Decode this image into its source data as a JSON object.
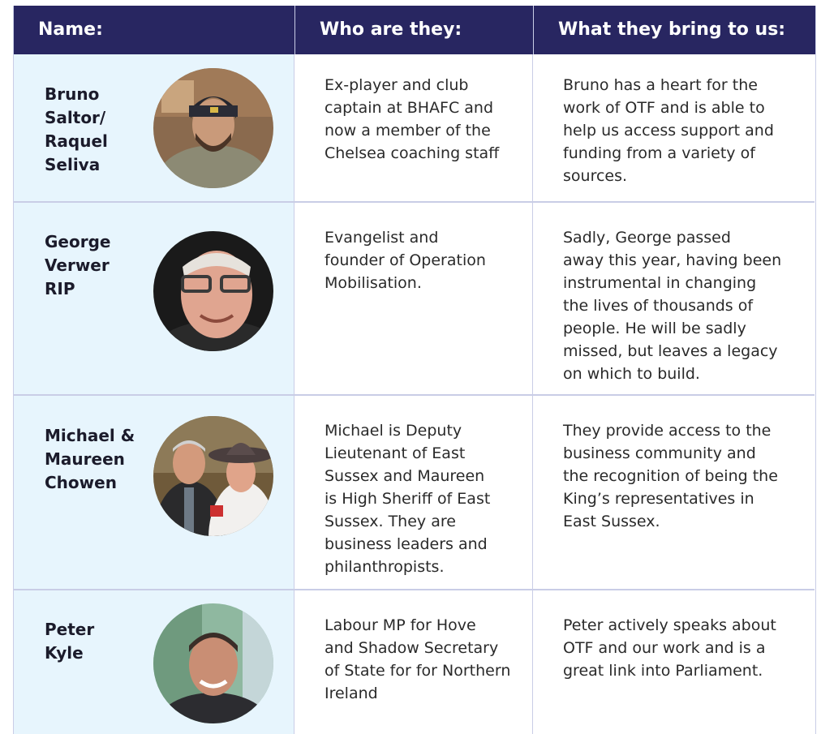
{
  "header": {
    "name": "Name:",
    "who": "Who are they:",
    "bring": "What they bring to us:"
  },
  "rows": [
    {
      "name": "Bruno\nSaltor/\nRaquel\nSeliva",
      "who": "Ex-player and club\ncaptain at BHAFC and\nnow a member of the\nChelsea coaching staff",
      "bring": "Bruno has a heart for the\nwork of OTF and is able to\nhelp us access support and\nfunding from a variety of\nsources."
    },
    {
      "name": "George\nVerwer\nRIP",
      "who": "Evangelist and\nfounder of Operation\nMobilisation.",
      "bring": "Sadly, George passed\naway this year, having been\ninstrumental in changing\nthe lives of thousands of\npeople. He will be sadly\nmissed, but leaves a legacy\non which to build."
    },
    {
      "name": "Michael &\nMaureen\nChowen",
      "who": "Michael is Deputy\nLieutenant of East\nSussex and Maureen\nis High Sheriff of East\nSussex. They are\nbusiness leaders and\nphilanthropists.",
      "bring": "They provide access to the\nbusiness community and\nthe recognition of being the\nKing’s representatives in\nEast Sussex."
    },
    {
      "name": "Peter\nKyle",
      "who": "Labour MP for Hove\nand Shadow Secretary\nof State for for Northern\nIreland",
      "bring": "Peter actively speaks about\nOTF and our work and is a\ngreat link into Parliament."
    }
  ]
}
